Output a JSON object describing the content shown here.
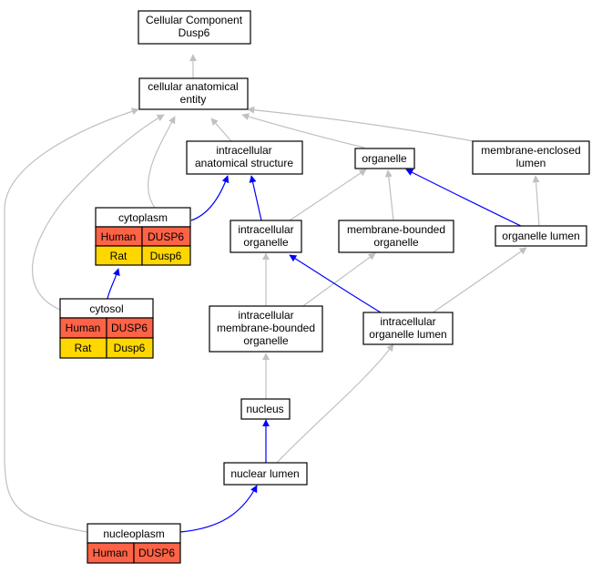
{
  "colors": {
    "grey_edge": "#c0c0c0",
    "blue_edge": "#0000ff",
    "human_fill": "#ff6347",
    "rat_fill": "#ffd700"
  },
  "nodes": {
    "root": {
      "line1": "Cellular Component",
      "line2": "Dusp6"
    },
    "cae": {
      "line1": "cellular anatomical",
      "line2": "entity"
    },
    "ias": {
      "line1": "intracellular",
      "line2": "anatomical structure"
    },
    "organelle": {
      "label": "organelle"
    },
    "meml": {
      "line1": "membrane-enclosed",
      "line2": "lumen"
    },
    "cytoplasm": {
      "label": "cytoplasm",
      "rows": [
        {
          "species": "Human",
          "gene": "DUSP6"
        },
        {
          "species": "Rat",
          "gene": "Dusp6"
        }
      ]
    },
    "io": {
      "line1": "intracellular",
      "line2": "organelle"
    },
    "mbo": {
      "line1": "membrane-bounded",
      "line2": "organelle"
    },
    "ol": {
      "label": "organelle lumen"
    },
    "cytosol": {
      "label": "cytosol",
      "rows": [
        {
          "species": "Human",
          "gene": "DUSP6"
        },
        {
          "species": "Rat",
          "gene": "Dusp6"
        }
      ]
    },
    "imbo": {
      "line1": "intracellular",
      "line2": "membrane-bounded",
      "line3": "organelle"
    },
    "iol": {
      "line1": "intracellular",
      "line2": "organelle lumen"
    },
    "nucleus": {
      "label": "nucleus"
    },
    "nl": {
      "label": "nuclear lumen"
    },
    "nucleoplasm": {
      "label": "nucleoplasm",
      "rows": [
        {
          "species": "Human",
          "gene": "DUSP6"
        }
      ]
    }
  }
}
